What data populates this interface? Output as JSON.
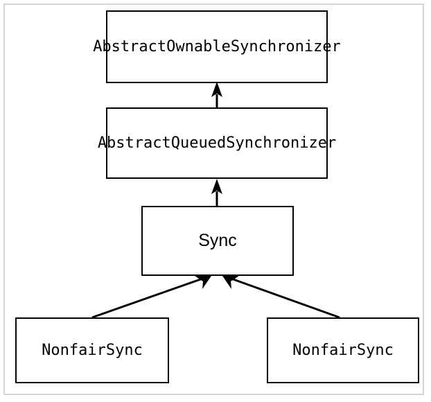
{
  "diagram": {
    "type": "class-hierarchy",
    "watermark": "undefined",
    "background_color": "#ffffff",
    "frame_color": "#d4d4d4",
    "stroke_color": "#000000",
    "nodes": [
      {
        "id": "aos",
        "label": "AbstractOwnableSynchronizer",
        "font": "mono"
      },
      {
        "id": "aqs",
        "label": "AbstractQueuedSynchronizer",
        "font": "mono"
      },
      {
        "id": "sync",
        "label": "Sync",
        "font": "sans"
      },
      {
        "id": "nfs-left",
        "label": "NonfairSync",
        "font": "mono"
      },
      {
        "id": "nfs-right",
        "label": "NonfairSync",
        "font": "mono"
      }
    ],
    "edges": [
      {
        "from": "aqs",
        "to": "aos",
        "kind": "inheritance-arrow"
      },
      {
        "from": "sync",
        "to": "aqs",
        "kind": "inheritance-arrow"
      },
      {
        "from": "nfs-left",
        "to": "sync",
        "kind": "inheritance-arrow"
      },
      {
        "from": "nfs-right",
        "to": "sync",
        "kind": "inheritance-arrow"
      }
    ]
  }
}
